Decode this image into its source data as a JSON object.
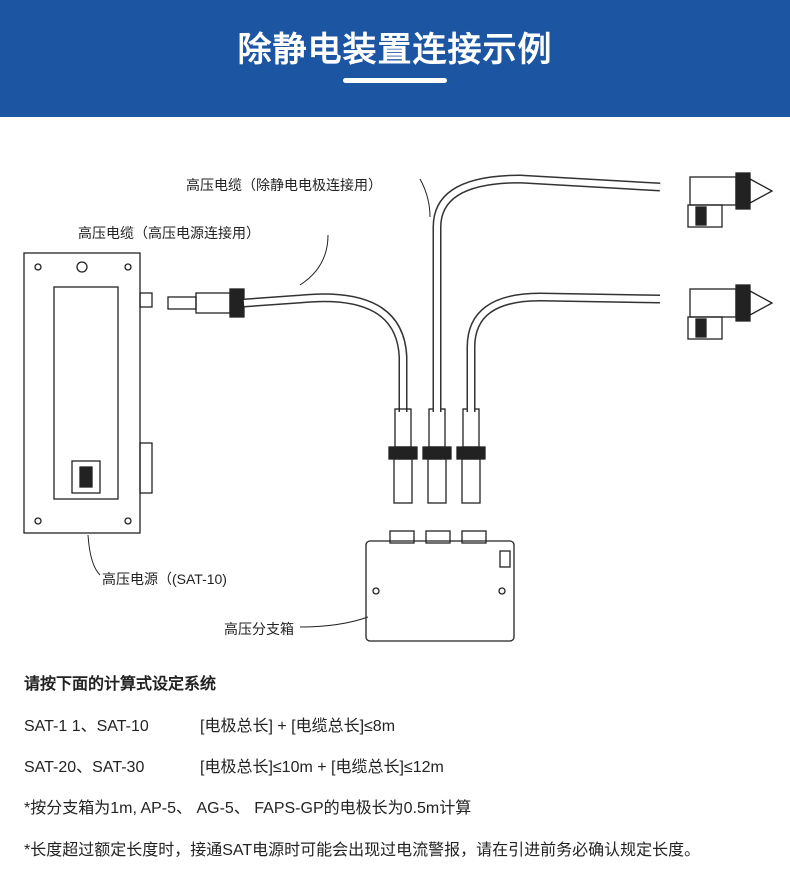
{
  "header": {
    "title": "除静电装置连接示例",
    "bg_color": "#1c56a3"
  },
  "diagram": {
    "label_cable_electrode": "高压电缆（除静电电极连接用）",
    "label_cable_power": "高压电缆（高压电源连接用）",
    "label_power_supply": "高压电源（(SAT-10)",
    "label_branch_box": "高压分支箱"
  },
  "notes": {
    "title": "请按下面的计算式设定系统",
    "rows": [
      {
        "models": "SAT-1 1、SAT-10",
        "formula": "[电极总长] + [电缆总长]≤8m"
      },
      {
        "models": "SAT-20、SAT-30",
        "formula": "[电极总长]≤10m + [电缆总长]≤12m"
      }
    ],
    "note1": "*按分支箱为1m, AP-5、 AG-5、 FAPS-GP的电极长为0.5m计算",
    "note2": "*长度超过额定长度时，接通SAT电源时可能会出现过电流警报，请在引进前务必确认规定长度。"
  }
}
